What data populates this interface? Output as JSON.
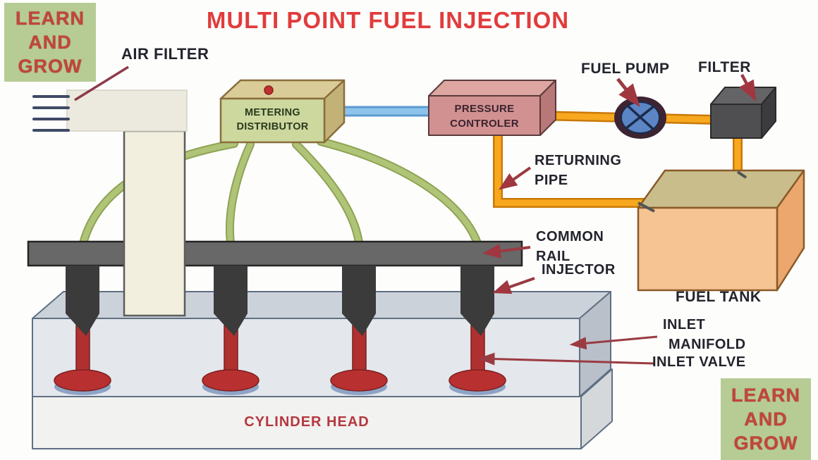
{
  "title": "MULTI POINT FUEL INJECTION",
  "badge": {
    "line1": "LEARN",
    "line2": "AND",
    "line3": "GROW"
  },
  "labels": {
    "air_filter": "AIR FILTER",
    "metering_line1": "METERING",
    "metering_line2": "DISTRIBUTOR",
    "pressure_line1": "PRESSURE",
    "pressure_line2": "CONTROLER",
    "fuel_pump": "FUEL PUMP",
    "filter": "FILTER",
    "returning_line1": "RETURNING",
    "returning_line2": "PIPE",
    "common_rail_line1": "COMMON",
    "common_rail_line2": "RAIL",
    "injector": "INJECTOR",
    "inlet": "INLET",
    "manifold": "MANIFOLD",
    "inlet_valve": "INLET VALVE",
    "fuel_tank": "FUEL TANK",
    "cylinder_head": "CYLINDER HEAD"
  },
  "colors": {
    "title_red": "#e13c3c",
    "badge_bg": "#b7cc95",
    "badge_text": "#c4453a",
    "hose_green": "#a9bf6b",
    "pipe_orange": "#f5a11f",
    "pipe_blue": "#7ab3e0",
    "rail_gray": "#686868",
    "injector_dark": "#3b3b3b",
    "valve_red": "#b93030",
    "distributor_face": "#ccd89e",
    "controller_face": "#d29191",
    "tank_face": "#f6c493",
    "manifold_face": "#e4e7eb",
    "arrow_red": "#9a3b42",
    "label_dark": "#23242c"
  }
}
